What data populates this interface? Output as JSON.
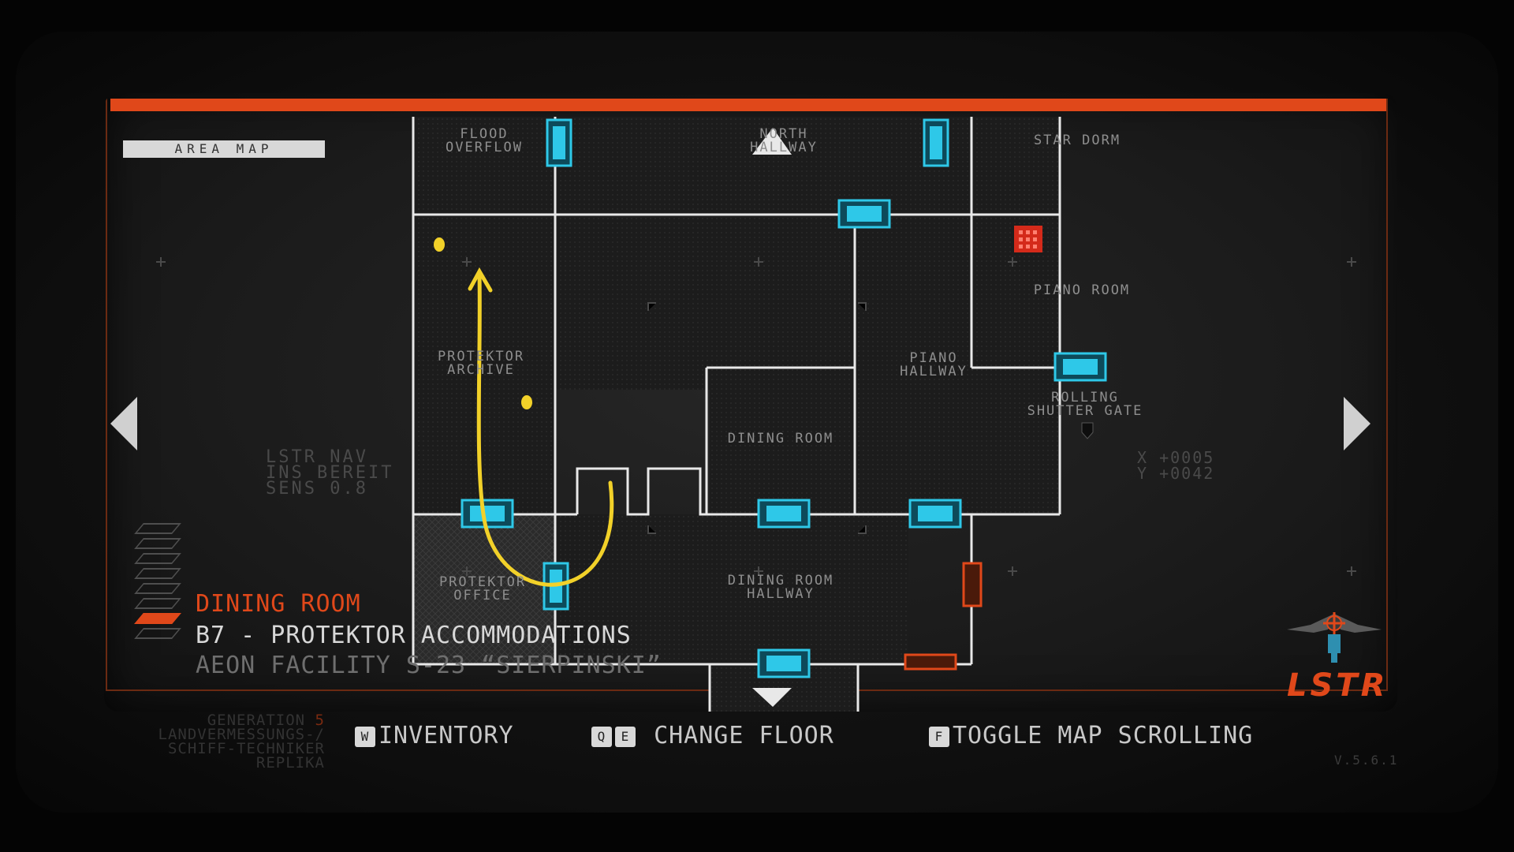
{
  "header": {
    "tag": "AREA MAP"
  },
  "rooms": {
    "flood_overflow": "FLOOD\nOVERFLOW",
    "north_hallway": "NORTH\nHALLWAY",
    "star_dorm": "STAR DORM",
    "piano_room": "PIANO ROOM",
    "protektor_archive": "PROTEKTOR\nARCHIVE",
    "piano_hallway": "PIANO\nHALLWAY",
    "rolling_shutter_gate": "ROLLING\nSHUTTER GATE",
    "dining_room": "DINING ROOM",
    "protektor_office": "PROTEKTOR\nOFFICE",
    "dining_room_hallway": "DINING ROOM\nHALLWAY"
  },
  "nav_status": {
    "line1": "LSTR NAV",
    "line2": "INS BEREIT",
    "line3": "SENS 0.8"
  },
  "coords": {
    "x": "X +0005",
    "y": "Y +0042"
  },
  "location": {
    "room": "DINING ROOM",
    "floor": "B7 - PROTEKTOR ACCOMMODATIONS",
    "facility": "AEON FACILITY S-23 “SIERPINSKI”"
  },
  "floors": {
    "count": 8,
    "active_index": 6
  },
  "hints": {
    "inventory_key": "W",
    "inventory_label": "INVENTORY",
    "floor_key_1": "Q",
    "floor_key_2": "E",
    "floor_label": "CHANGE FLOOR",
    "scroll_key": "F",
    "scroll_label": "TOGGLE MAP SCROLLING"
  },
  "generation": {
    "line1_prefix": "GENERATION",
    "line1_value": "5",
    "line2": "LANDVERMESSUNGS-/",
    "line3": "SCHIFF-TECHNIKER",
    "line4": "REPLIKA"
  },
  "brand": {
    "logo_text": "LSTR",
    "version": "V.5.6.1"
  },
  "colors": {
    "accent": "#e0481a",
    "door": "#2ec8e8",
    "wall": "#e8e8e8",
    "annotation": "#f2d129",
    "save_room": "#d42a1a"
  }
}
